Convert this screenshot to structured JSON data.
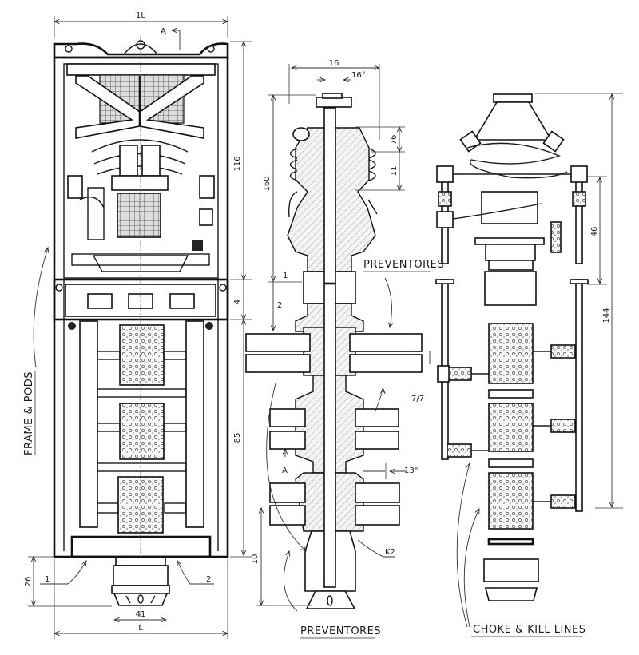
{
  "frame_view": {
    "label": "FRAME & PODS",
    "width_dim": "1L",
    "section_marker": "A",
    "height_upper_dim": "116",
    "height_band_dim": "4",
    "height_lower_dim": "85",
    "stand_height_dim": "26",
    "stand_width_dim": "41",
    "overall_width_dim": "L",
    "callout_1": "1",
    "callout_2": "2"
  },
  "section_view": {
    "top_label": "PREVENTORES",
    "bottom_label": "PREVENTORES",
    "width_dim": "16",
    "bore_dim": "16°",
    "height_dim": "160",
    "dim_1": "1",
    "dim_2": "2",
    "coil_dim_upper": "76",
    "coil_dim_lower": "11",
    "detail_marker": "A",
    "section_marker": "A",
    "ram_dim": "7/7",
    "offset_dim": "13\"",
    "base_dim": "10",
    "part_callout": "K2"
  },
  "stack_view": {
    "label": "CHOKE & KILL LINES",
    "upper_dim": "46",
    "overall_dim": "144"
  },
  "colors": {
    "ink": "#1a1a1a",
    "paper": "#ffffff"
  }
}
